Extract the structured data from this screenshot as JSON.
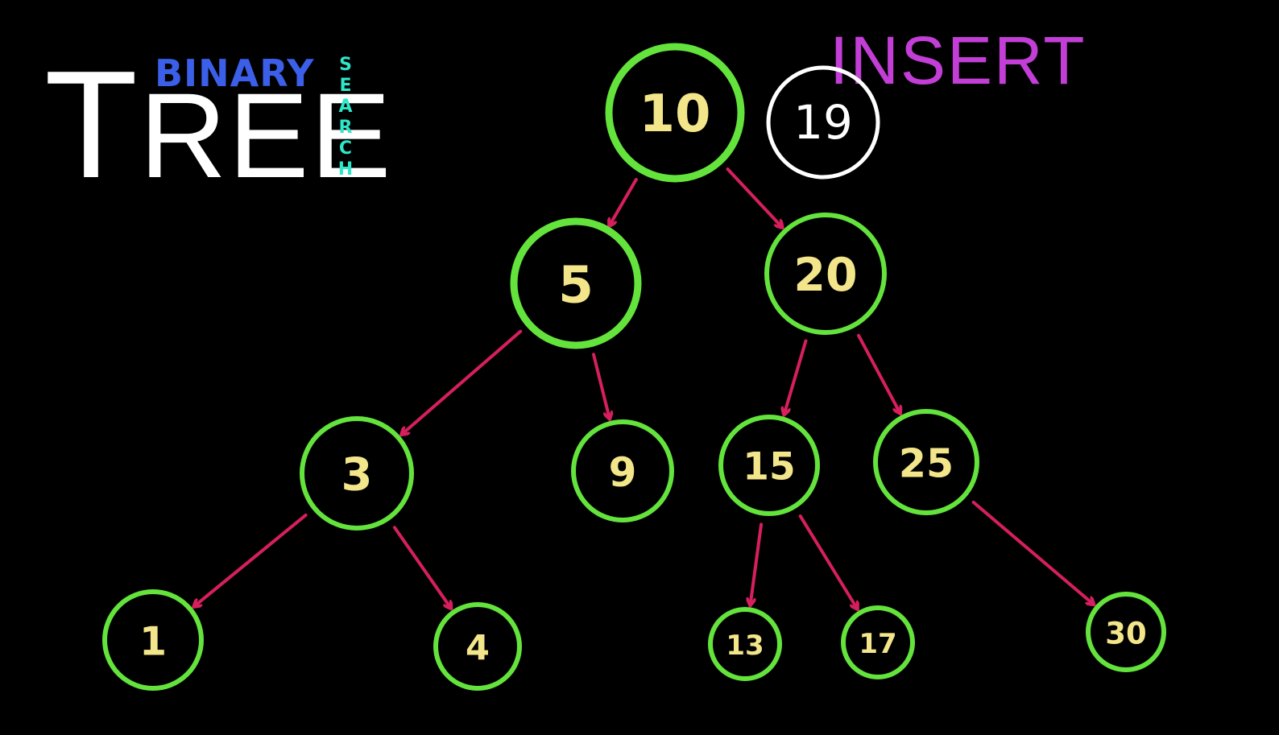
{
  "title": {
    "tree_first": "T",
    "tree_rest": "REE",
    "binary": "BINARY",
    "search": "SEARCH"
  },
  "operation": {
    "label": "INSERT",
    "value": "19"
  },
  "colors": {
    "background": "#000000",
    "node_ring": "#63e33c",
    "node_text": "#f3e58a",
    "edge": "#d61f5e",
    "insert_ring": "#ffffff",
    "binary_text": "#3b5fe8",
    "search_text": "#2ee6c8",
    "insert_text": "#c23ed6"
  },
  "tree": {
    "nodes": [
      {
        "id": "n10",
        "label": "10"
      },
      {
        "id": "n5",
        "label": "5"
      },
      {
        "id": "n20",
        "label": "20"
      },
      {
        "id": "n3",
        "label": "3"
      },
      {
        "id": "n9",
        "label": "9"
      },
      {
        "id": "n15",
        "label": "15"
      },
      {
        "id": "n25",
        "label": "25"
      },
      {
        "id": "n1",
        "label": "1"
      },
      {
        "id": "n4",
        "label": "4"
      },
      {
        "id": "n13",
        "label": "13"
      },
      {
        "id": "n17",
        "label": "17"
      },
      {
        "id": "n30",
        "label": "30"
      }
    ],
    "edges": [
      {
        "from": "n10",
        "to": "n5"
      },
      {
        "from": "n10",
        "to": "n20"
      },
      {
        "from": "n5",
        "to": "n3"
      },
      {
        "from": "n5",
        "to": "n9"
      },
      {
        "from": "n20",
        "to": "n15"
      },
      {
        "from": "n20",
        "to": "n25"
      },
      {
        "from": "n3",
        "to": "n1"
      },
      {
        "from": "n3",
        "to": "n4"
      },
      {
        "from": "n15",
        "to": "n13"
      },
      {
        "from": "n15",
        "to": "n17"
      },
      {
        "from": "n25",
        "to": "n30"
      }
    ]
  }
}
